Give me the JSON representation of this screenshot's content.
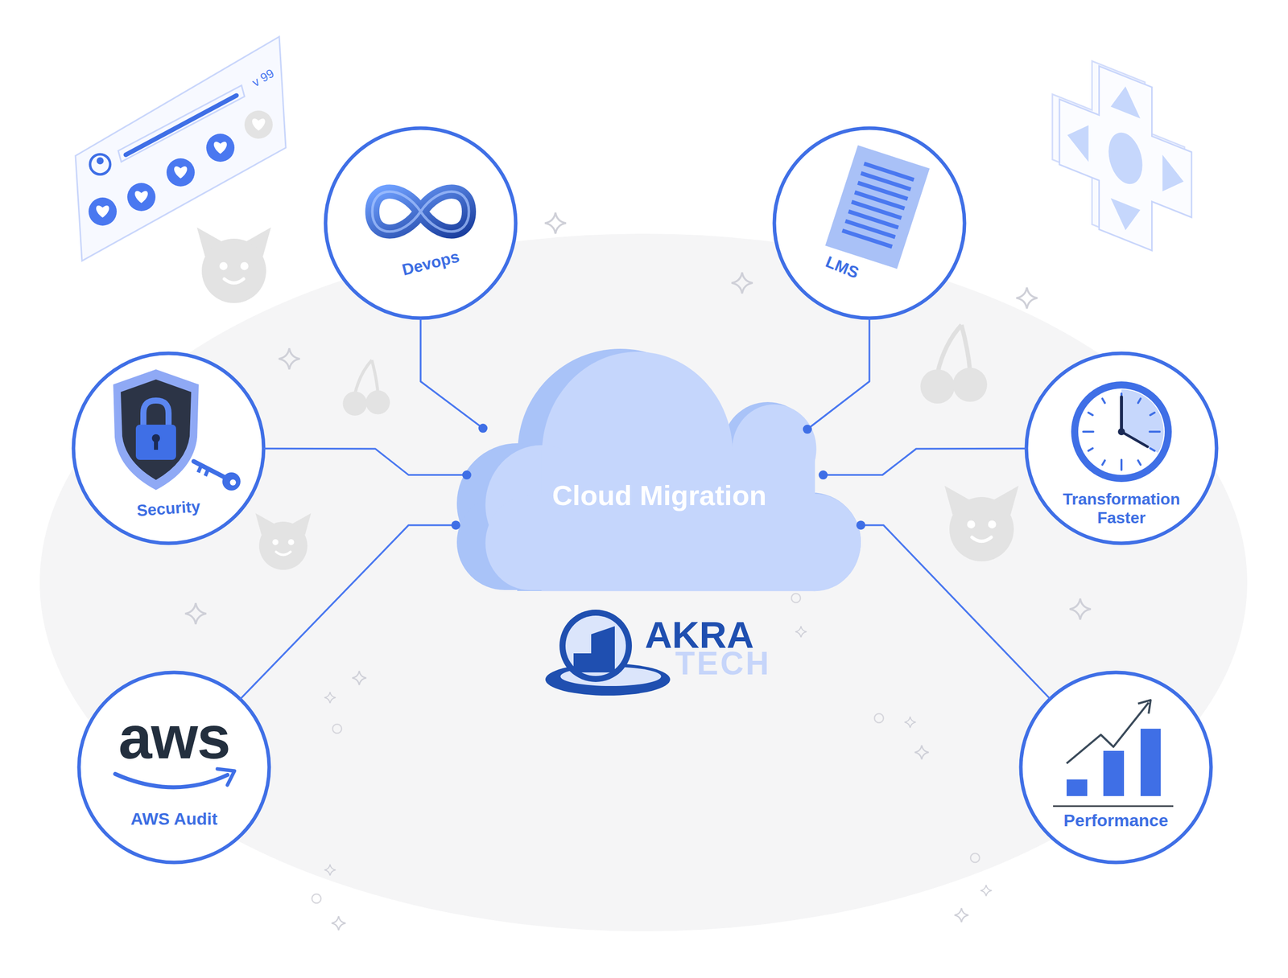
{
  "diagram": {
    "nodes": [
      {
        "text": [
          "Devops"
        ]
      },
      {
        "text": [
          "LMS"
        ]
      },
      {
        "text": [
          "Security"
        ]
      },
      {
        "text": [
          "Cloud Migration"
        ]
      },
      {
        "text": [
          "Transformation Faster"
        ]
      },
      {
        "text": [
          "aws",
          "AWS Audit"
        ]
      },
      {
        "text": [
          "Performance"
        ]
      }
    ],
    "edges": [
      {
        "from": 0,
        "to": 3,
        "arrow": "none"
      },
      {
        "from": 1,
        "to": 3,
        "arrow": "none"
      },
      {
        "from": 2,
        "to": 3,
        "arrow": "none"
      },
      {
        "from": 4,
        "to": 3,
        "arrow": "none"
      },
      {
        "from": 5,
        "to": 3,
        "arrow": "none"
      },
      {
        "from": 6,
        "to": 3,
        "arrow": "none"
      }
    ],
    "labels": [
      "v 99",
      "AKRA",
      "TECH"
    ]
  }
}
